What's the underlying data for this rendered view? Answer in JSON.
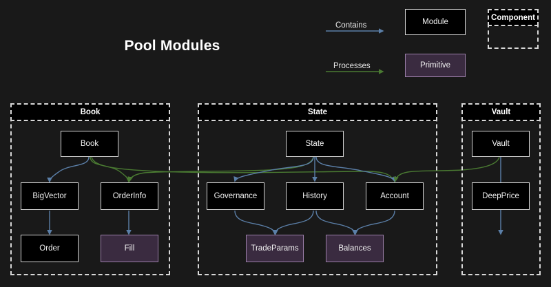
{
  "diagram": {
    "title": "Pool Modules",
    "background": "#191919",
    "colors": {
      "contains_arrow": "#5b7fa8",
      "processes_arrow": "#4a7a32",
      "module_fill": "#000000",
      "module_border": "#d8d8d8",
      "primitive_fill": "#3a2b40",
      "primitive_border": "#9d80ab",
      "text": "#ffffff"
    }
  },
  "legend": {
    "contains_label": "Contains",
    "processes_label": "Processes",
    "module_label": "Module",
    "primitive_label": "Primitive",
    "component_label": "Component"
  },
  "components": [
    {
      "id": "book",
      "label": "Book",
      "nodes": [
        {
          "id": "book-node",
          "label": "Book",
          "type": "module"
        },
        {
          "id": "bigvector",
          "label": "BigVector",
          "type": "module"
        },
        {
          "id": "orderinfo",
          "label": "OrderInfo",
          "type": "module"
        },
        {
          "id": "order",
          "label": "Order",
          "type": "module"
        },
        {
          "id": "fill",
          "label": "Fill",
          "type": "primitive"
        }
      ]
    },
    {
      "id": "state",
      "label": "State",
      "nodes": [
        {
          "id": "state-node",
          "label": "State",
          "type": "module"
        },
        {
          "id": "governance",
          "label": "Governance",
          "type": "module"
        },
        {
          "id": "history",
          "label": "History",
          "type": "module"
        },
        {
          "id": "account",
          "label": "Account",
          "type": "module"
        },
        {
          "id": "tradeparams",
          "label": "TradeParams",
          "type": "primitive"
        },
        {
          "id": "balances",
          "label": "Balances",
          "type": "primitive"
        }
      ]
    },
    {
      "id": "vault",
      "label": "Vault",
      "nodes": [
        {
          "id": "vault-node",
          "label": "Vault",
          "type": "module"
        },
        {
          "id": "deepprice",
          "label": "DeepPrice",
          "type": "module"
        }
      ]
    }
  ],
  "edges": [
    {
      "from": "book-node",
      "to": "bigvector",
      "kind": "contains"
    },
    {
      "from": "book-node",
      "to": "orderinfo",
      "kind": "processes"
    },
    {
      "from": "bigvector",
      "to": "order",
      "kind": "contains"
    },
    {
      "from": "orderinfo",
      "to": "fill",
      "kind": "contains"
    },
    {
      "from": "state-node",
      "to": "governance",
      "kind": "contains"
    },
    {
      "from": "state-node",
      "to": "history",
      "kind": "contains"
    },
    {
      "from": "state-node",
      "to": "account",
      "kind": "contains"
    },
    {
      "from": "governance",
      "to": "tradeparams",
      "kind": "contains"
    },
    {
      "from": "history",
      "to": "tradeparams",
      "kind": "contains"
    },
    {
      "from": "history",
      "to": "balances",
      "kind": "contains"
    },
    {
      "from": "account",
      "to": "balances",
      "kind": "contains"
    },
    {
      "from": "vault-node",
      "to": "deepprice",
      "kind": "contains"
    },
    {
      "from": "book-node",
      "to": "account",
      "kind": "processes"
    },
    {
      "from": "state-node",
      "to": "orderinfo",
      "kind": "processes"
    },
    {
      "from": "vault-node",
      "to": "account",
      "kind": "processes"
    }
  ]
}
